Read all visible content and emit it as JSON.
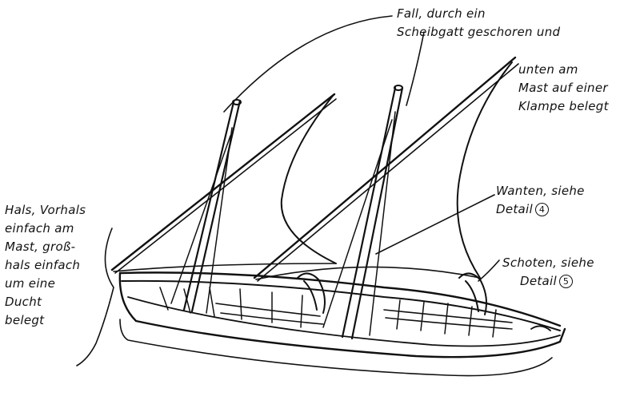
{
  "annotations": {
    "halyard": {
      "lines": [
        "Fall, durch ein",
        "Scheibgatt geschoren und",
        "unten am",
        "Mast auf einer",
        "Klampe belegt"
      ]
    },
    "tack": {
      "lines": [
        "Hals, Vorhals",
        "einfach am",
        "Mast, groß-",
        "hals einfach",
        "um eine",
        "Ducht",
        "belegt"
      ]
    },
    "shrouds": {
      "lines": [
        "Wanten, siehe",
        "Detail"
      ],
      "detail_ref": "4"
    },
    "sheets": {
      "lines": [
        "Schoten, siehe",
        "Detail"
      ],
      "detail_ref": "5"
    }
  }
}
